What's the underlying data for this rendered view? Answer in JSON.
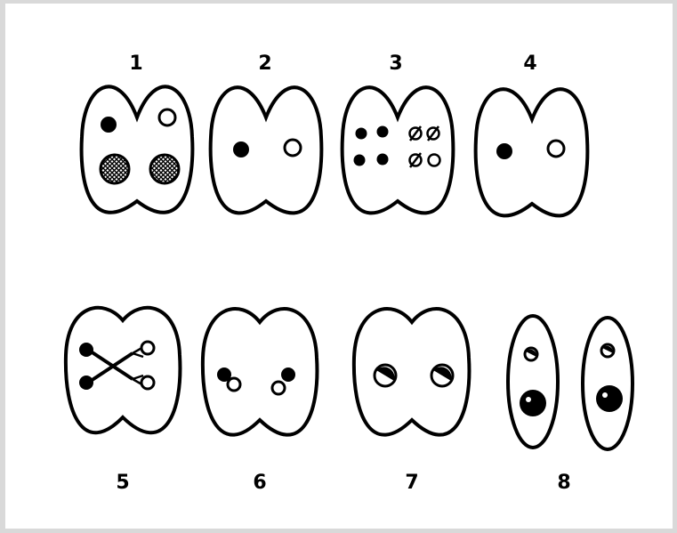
{
  "diagram": {
    "colors": {
      "ink": "#000000",
      "paper": "#ffffff",
      "background": "#d9d9d9"
    },
    "panels": [
      {
        "label": "1",
        "row": 0
      },
      {
        "label": "2",
        "row": 0
      },
      {
        "label": "3",
        "row": 0
      },
      {
        "label": "4",
        "row": 0
      },
      {
        "label": "5",
        "row": 1
      },
      {
        "label": "6",
        "row": 1
      },
      {
        "label": "7",
        "row": 1
      },
      {
        "label": "8",
        "row": 1
      }
    ]
  }
}
